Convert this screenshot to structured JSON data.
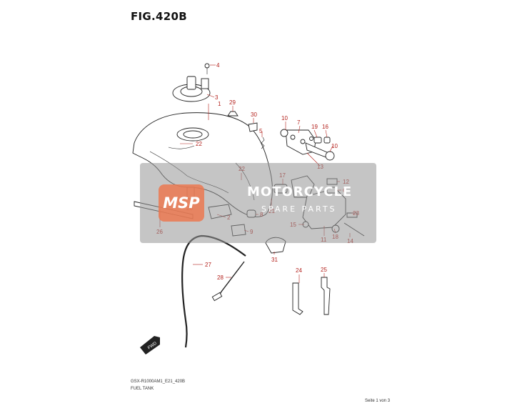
{
  "figure": {
    "title": "FIG.420B",
    "model_code": "GSX-R1000AM1_E21_420B",
    "section_name": "FUEL TANK",
    "page_label": "Seite 1 von 3"
  },
  "watermark": {
    "badge_text": "MSP",
    "line1": "MOTORCYCLE",
    "line2": "SPARE PARTS"
  },
  "fwd_label": "FWD",
  "callouts": [
    "4",
    "3",
    "1",
    "29",
    "30",
    "5",
    "22",
    "10",
    "7",
    "19",
    "16",
    "10",
    "13",
    "22",
    "17",
    "12",
    "6",
    "20",
    "21",
    "2",
    "8",
    "23",
    "26",
    "15",
    "9",
    "18",
    "11",
    "14",
    "31",
    "27",
    "28",
    "24",
    "25"
  ],
  "colors": {
    "callout": "#b3201b",
    "line_art": "#222222",
    "watermark_accent": "#eb7850"
  }
}
